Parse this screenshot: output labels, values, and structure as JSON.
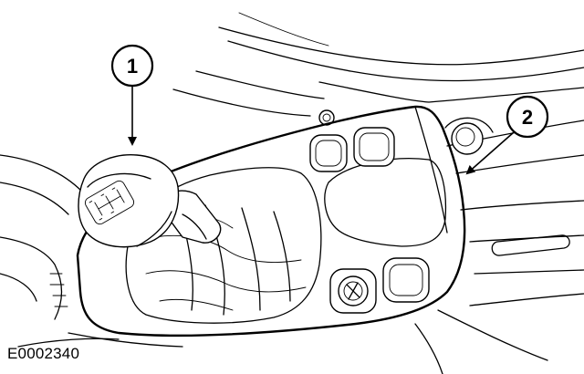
{
  "callouts": [
    {
      "number": "1"
    },
    {
      "number": "2"
    }
  ],
  "figure_id": "E0002340"
}
